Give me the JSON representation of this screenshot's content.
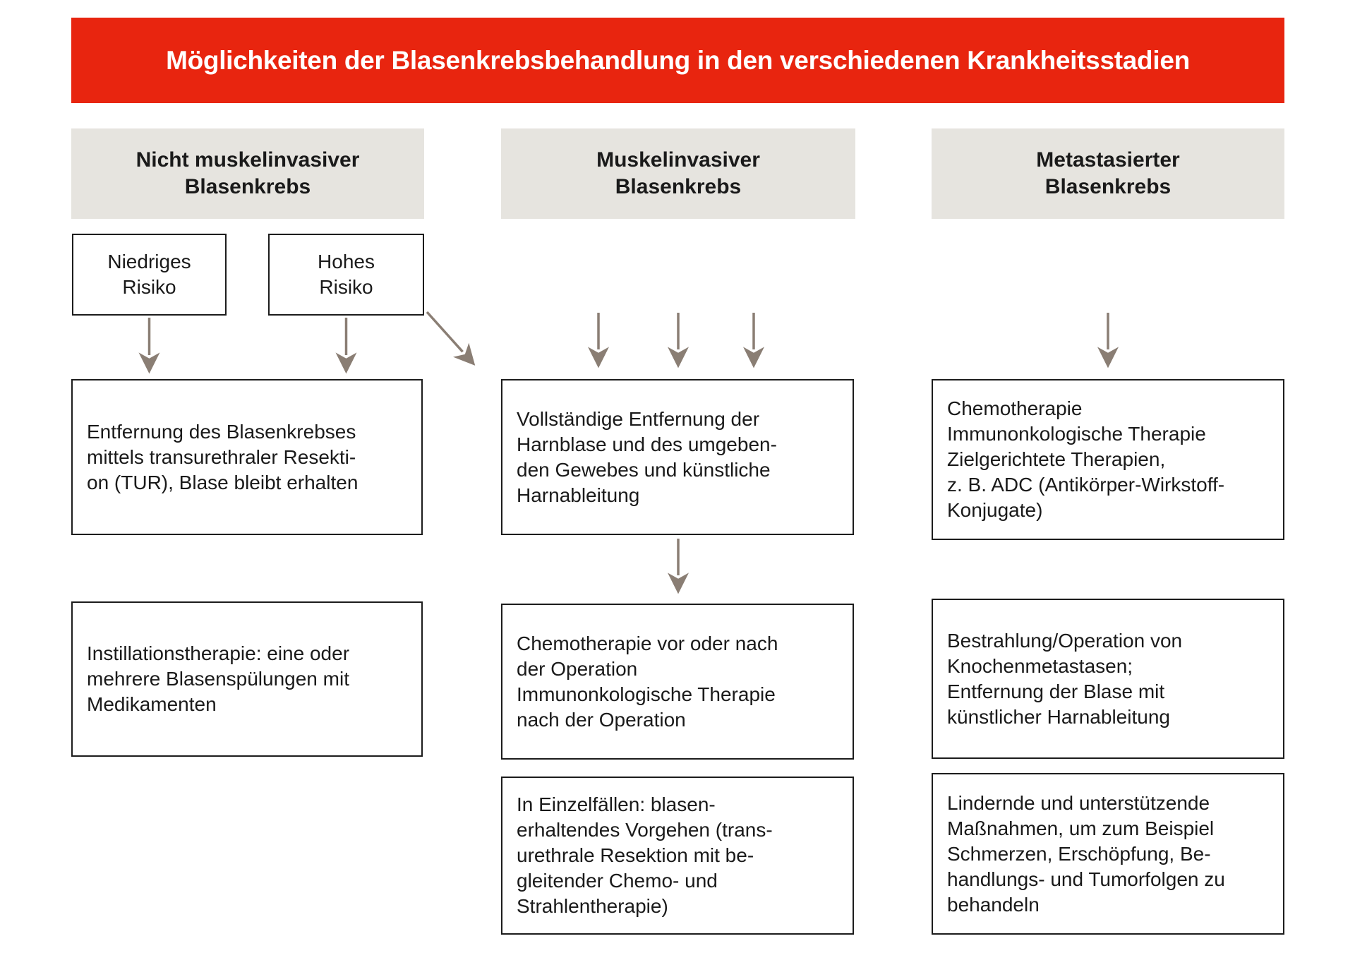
{
  "title": "Möglichkeiten der Blasenkrebsbehandlung in den verschiedenen Krankheitsstadien",
  "columns": [
    {
      "header": "Nicht muskelinvasiver\nBlasenkrebs",
      "risk_labels": [
        "Niedriges\nRisiko",
        "Hohes\nRisiko"
      ],
      "boxes": [
        "Entfernung des Blasenkrebses\nmittels transurethraler Resekti-\non (TUR), Blase bleibt erhalten",
        "Instillationstherapie: eine oder\nmehrere Blasenspülungen mit\nMedikamenten"
      ]
    },
    {
      "header": "Muskelinvasiver\nBlasenkrebs",
      "boxes": [
        "Vollständige Entfernung der\nHarnblase und des umgeben-\nden Gewebes und künstliche\nHarnableitung",
        "Chemotherapie vor oder nach\nder Operation\nImmunonkologische Therapie\nnach der Operation",
        "In Einzelfällen: blasen-\nerhaltendes Vorgehen (trans-\nurethrale Resektion mit be-\ngleitender Chemo- und\nStrahlentherapie)"
      ]
    },
    {
      "header": "Metastasierter\nBlasenkrebs",
      "boxes": [
        "Chemotherapie\nImmunonkologische Therapie\nZielgerichtete Therapien,\nz. B. ADC (Antikörper-Wirkstoff-\nKonjugate)",
        "Bestrahlung/Operation von\nKnochenmetastasen;\nEntfernung der Blase mit\nkünstlicher Harnableitung",
        "Lindernde und unterstützende\nMaßnahmen, um zum Beispiel\nSchmerzen, Erschöpfung, Be-\nhandlungs- und Tumorfolgen zu\nbehandeln"
      ]
    }
  ],
  "colors": {
    "banner_red": "#e8250f",
    "header_gray": "#e6e4df",
    "box_border": "#1c1c1c",
    "arrow": "#8a7e74",
    "title_text": "#ffffff",
    "body_text": "#1a1a1a"
  }
}
